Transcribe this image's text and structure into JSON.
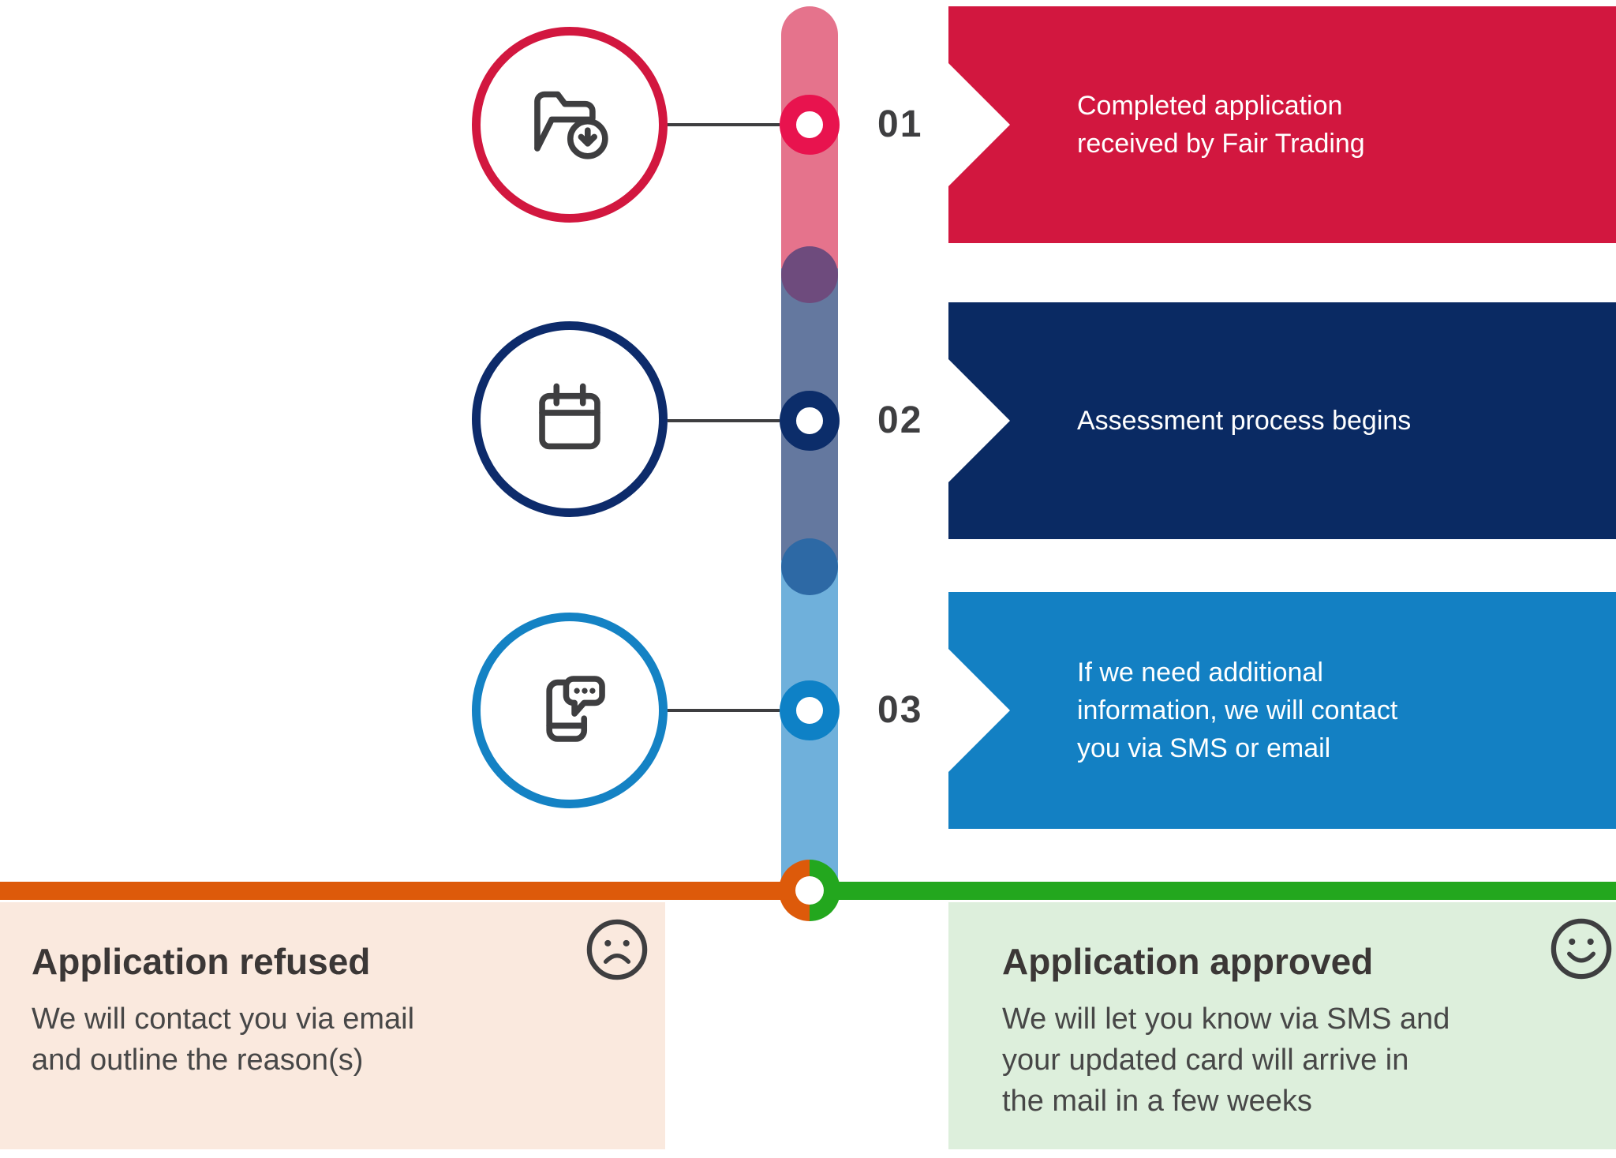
{
  "steps": [
    {
      "number": "01",
      "icon": "folder-download-icon",
      "banner_lines": [
        "Completed application",
        "received by Fair Trading"
      ]
    },
    {
      "number": "02",
      "icon": "calendar-icon",
      "banner_lines": [
        "Assessment process begins"
      ]
    },
    {
      "number": "03",
      "icon": "phone-sms-icon",
      "banner_lines": [
        "If we need additional",
        "information, we will contact",
        "you via SMS or email"
      ]
    }
  ],
  "outcomes": {
    "refused": {
      "title": "Application refused",
      "icon": "sad-face-icon",
      "body_lines": [
        "We will contact you via email",
        "and outline the reason(s)"
      ]
    },
    "approved": {
      "title": "Application approved",
      "icon": "smiley-face-icon",
      "body_lines": [
        "We will let you know via SMS and",
        "your updated card will arrive in",
        "the mail in a few weeks"
      ]
    }
  },
  "colors": {
    "banner1": "#D2173F",
    "banner2": "#0A2A63",
    "banner3": "#1380C3",
    "ring1": "#E8134E",
    "ring2": "#0C2D6A",
    "ring3": "#0E81C6",
    "circle1": "#D2173F",
    "circle2": "#0D2B6B",
    "circle3": "#1482C4",
    "seg1": "#E5738C",
    "seg2": "#64789F",
    "seg3": "#6FB0DB",
    "dot1": "#6E4B7D",
    "dot2": "#2D69A5",
    "refused_line": "#DD5A0A",
    "approved_line": "#23A71E",
    "refused_bg": "#FAE9DE",
    "approved_bg": "#DDEFDC",
    "ink": "#3E3E40",
    "heading": "#3B3736",
    "body": "#474747"
  }
}
